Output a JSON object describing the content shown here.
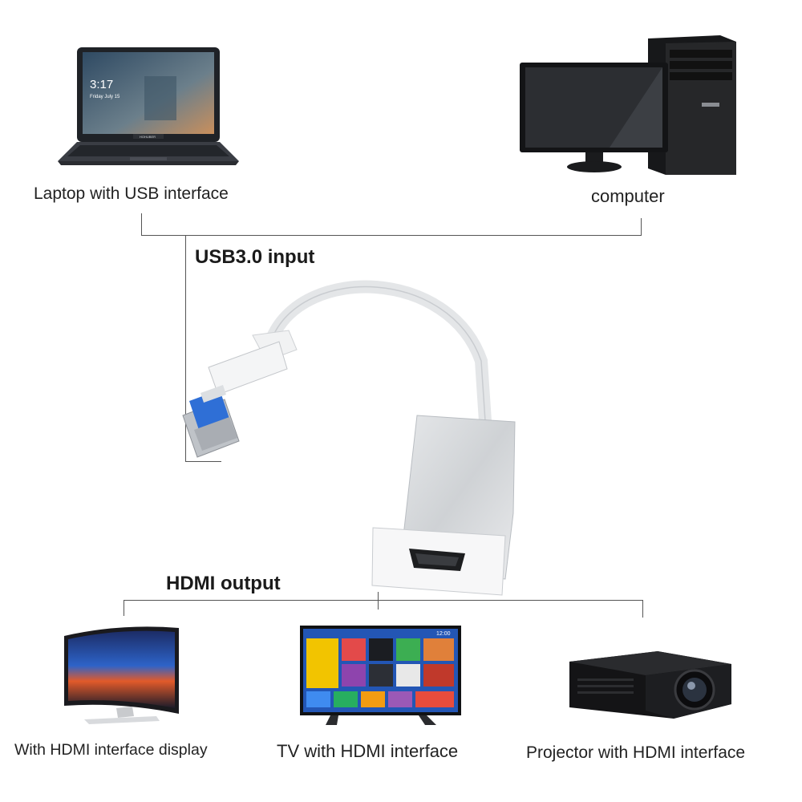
{
  "inputs": {
    "laptop": {
      "label": "Laptop with USB interface",
      "screen_time": "3:17",
      "screen_date": "Friday July 15",
      "brand": "HOHUBER"
    },
    "computer": {
      "label": "computer"
    }
  },
  "input_heading": "USB3.0 input",
  "output_heading": "HDMI output",
  "outputs": {
    "display": {
      "label": "With HDMI interface display"
    },
    "tv": {
      "label": "TV with HDMI interface",
      "clock": "12:00"
    },
    "projector": {
      "label": "Projector with HDMI interface"
    }
  },
  "colors": {
    "line": "#555555",
    "usb_blue": "#2f6fd6",
    "adapter_silver": "#d9dcdf"
  }
}
